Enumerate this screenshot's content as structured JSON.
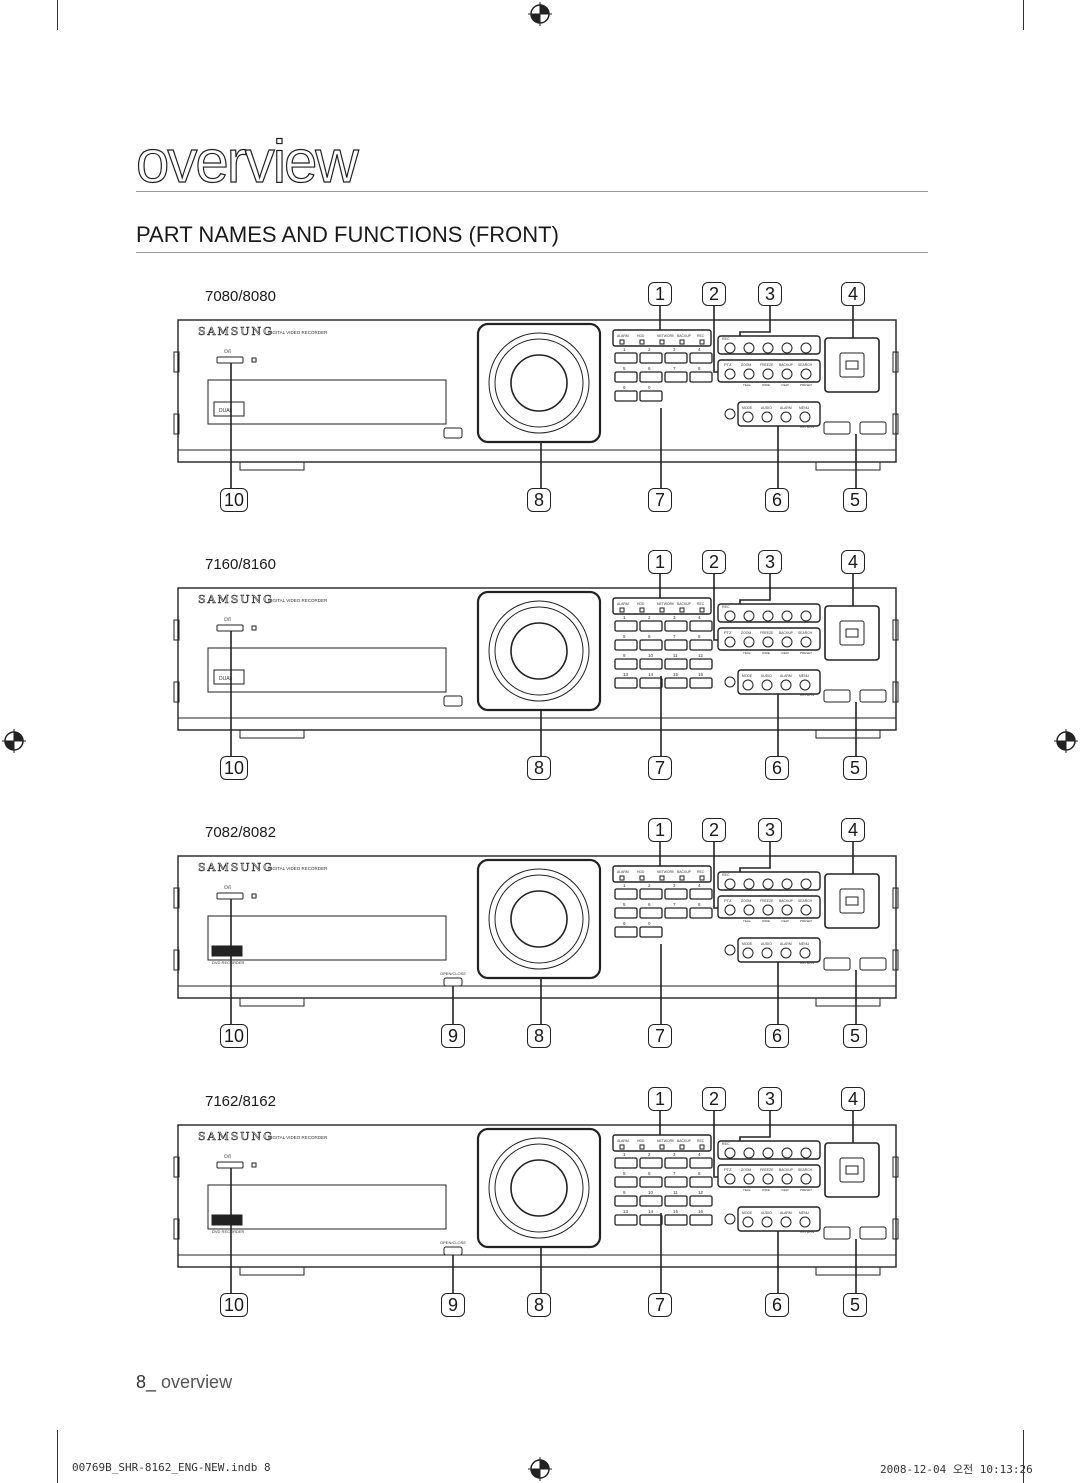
{
  "page": {
    "title": "overview",
    "subtitle": "PART NAMES AND FUNCTIONS (FRONT)",
    "footer_number": "8_",
    "footer_label": "overview",
    "print_left": "00769B_SHR-8162_ENG-NEW.indb   8",
    "print_right": "2008-12-04   오전 10:13:26"
  },
  "device_text": {
    "brand": "SAMSUNG",
    "product": "DIGITAL VIDEO RECORDER",
    "power": "⏻/I",
    "dual_codec": "DUAL CODEC",
    "dvd_recorder": "DVD RECORDER",
    "open_close": "OPEN/CLOSE",
    "led_labels": [
      "ALARM",
      "HDD",
      "NETWORK",
      "BACKUP",
      "REC"
    ],
    "ptz": "PTZ",
    "rec": "REC",
    "row2": [
      "ZOOM",
      "FREEZE",
      "BACKUP",
      "SEARCH"
    ],
    "row2_sub": [
      "TELE",
      "WIDE",
      "VIEW",
      "PRESET"
    ],
    "row3": [
      "MODE",
      "AUDIO",
      "ALARM",
      "MENU"
    ],
    "return": "RETURN",
    "channels_8": [
      "1",
      "2",
      "3",
      "4",
      "5",
      "6",
      "7",
      "8",
      "9",
      "0"
    ],
    "channels_16": [
      "1",
      "2",
      "3",
      "4",
      "5",
      "6",
      "7",
      "8",
      "9",
      "10",
      "11",
      "12",
      "13",
      "14",
      "15",
      "16"
    ]
  },
  "figures": [
    {
      "model": "7080/8080",
      "top_labels": [
        "1",
        "2",
        "3",
        "4"
      ],
      "bottom_labels": [
        "10",
        "8",
        "7",
        "6",
        "5"
      ],
      "dvd": false,
      "channels": 8
    },
    {
      "model": "7160/8160",
      "top_labels": [
        "1",
        "2",
        "3",
        "4"
      ],
      "bottom_labels": [
        "10",
        "8",
        "7",
        "6",
        "5"
      ],
      "dvd": false,
      "channels": 16
    },
    {
      "model": "7082/8082",
      "top_labels": [
        "1",
        "2",
        "3",
        "4"
      ],
      "bottom_labels": [
        "10",
        "9",
        "8",
        "7",
        "6",
        "5"
      ],
      "dvd": true,
      "channels": 8
    },
    {
      "model": "7162/8162",
      "top_labels": [
        "1",
        "2",
        "3",
        "4"
      ],
      "bottom_labels": [
        "10",
        "9",
        "8",
        "7",
        "6",
        "5"
      ],
      "dvd": true,
      "channels": 16
    }
  ]
}
